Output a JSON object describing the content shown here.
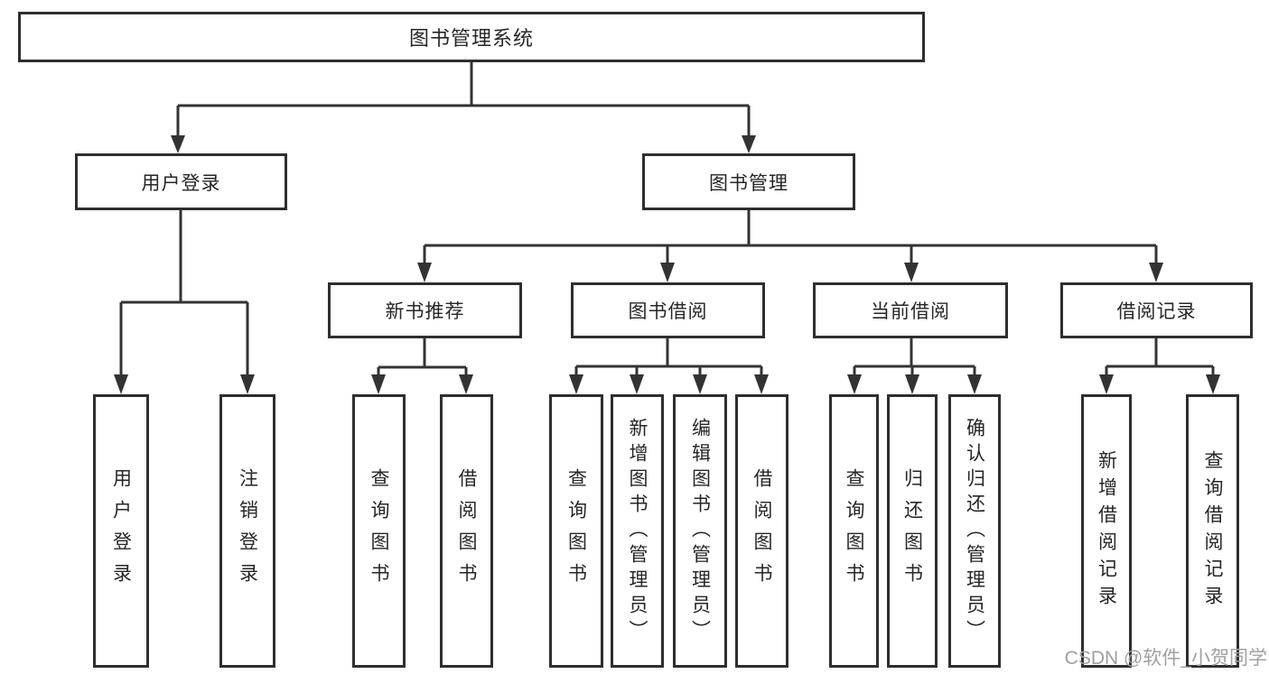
{
  "colors": {
    "line": "#333333",
    "box_border": "#2e2e2e",
    "text": "#262626",
    "watermark": "#a0a0a0",
    "background": "#ffffff"
  },
  "watermark": "CSDN @软件_小贺同学",
  "tree": {
    "root": {
      "label": "图书管理系统"
    },
    "level2": [
      {
        "label": "用户登录"
      },
      {
        "label": "图书管理"
      }
    ],
    "level3": [
      {
        "label": "新书推荐"
      },
      {
        "label": "图书借阅"
      },
      {
        "label": "当前借阅"
      },
      {
        "label": "借阅记录"
      }
    ],
    "leaves": {
      "login": [
        "用户登录",
        "注销登录"
      ],
      "recommend": [
        "查询图书",
        "借阅图书"
      ],
      "borrow": [
        "查询图书",
        "新增图书（管理员）",
        "编辑图书（管理员）",
        "借阅图书"
      ],
      "current": [
        "查询图书",
        "归还图书",
        "确认归还（管理员）"
      ],
      "records": [
        "新增借阅记录",
        "查询借阅记录"
      ]
    }
  }
}
